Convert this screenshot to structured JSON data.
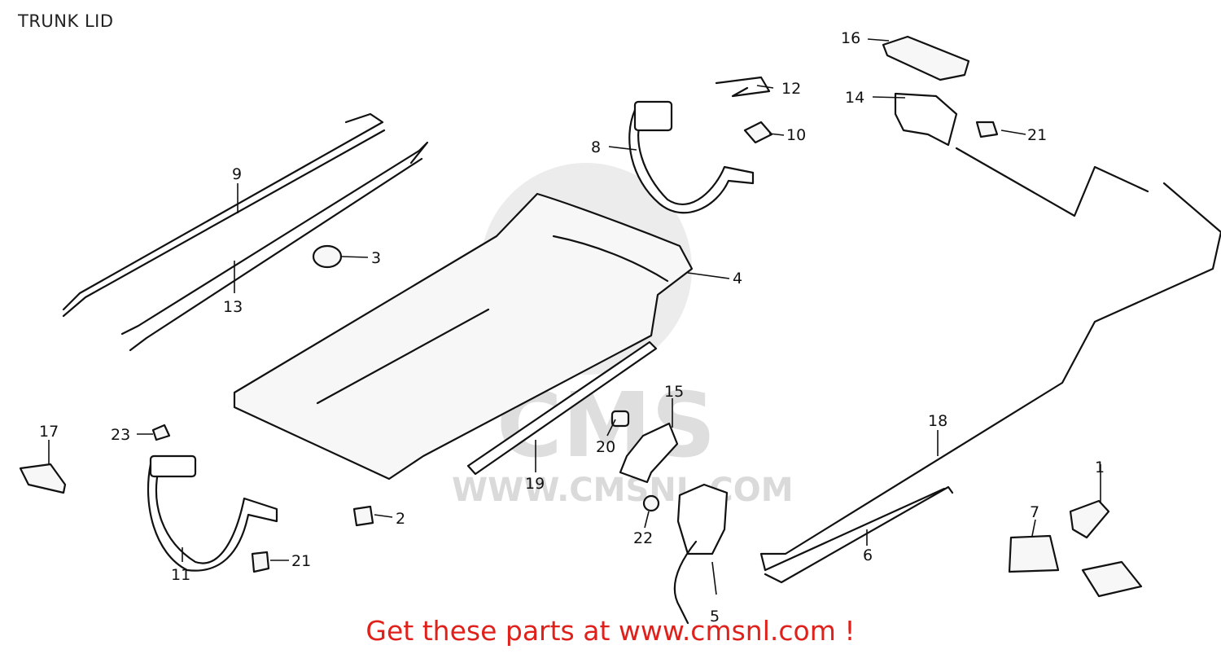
{
  "header": {
    "title": "TRUNK LID"
  },
  "watermark": {
    "logo_text": "CMS",
    "url_text": "WWW.CMSNL.COM"
  },
  "callouts": [
    {
      "id": "c1",
      "label": "1"
    },
    {
      "id": "c2",
      "label": "2"
    },
    {
      "id": "c3",
      "label": "3"
    },
    {
      "id": "c4",
      "label": "4"
    },
    {
      "id": "c5",
      "label": "5"
    },
    {
      "id": "c6",
      "label": "6"
    },
    {
      "id": "c7",
      "label": "7"
    },
    {
      "id": "c8",
      "label": "8"
    },
    {
      "id": "c9",
      "label": "9"
    },
    {
      "id": "c10",
      "label": "10"
    },
    {
      "id": "c11",
      "label": "11"
    },
    {
      "id": "c12",
      "label": "12"
    },
    {
      "id": "c13",
      "label": "13"
    },
    {
      "id": "c14",
      "label": "14"
    },
    {
      "id": "c15",
      "label": "15"
    },
    {
      "id": "c16",
      "label": "16"
    },
    {
      "id": "c17",
      "label": "17"
    },
    {
      "id": "c18",
      "label": "18"
    },
    {
      "id": "c19",
      "label": "19"
    },
    {
      "id": "c20",
      "label": "20"
    },
    {
      "id": "c21a",
      "label": "21"
    },
    {
      "id": "c21b",
      "label": "21"
    },
    {
      "id": "c22",
      "label": "22"
    },
    {
      "id": "c23",
      "label": "23"
    }
  ],
  "footer": {
    "promo_text": "Get these parts at www.cmsnl.com !"
  },
  "colors": {
    "promo": "#e0201a",
    "lines": "#111111",
    "watermark": "#d6d6d6"
  }
}
